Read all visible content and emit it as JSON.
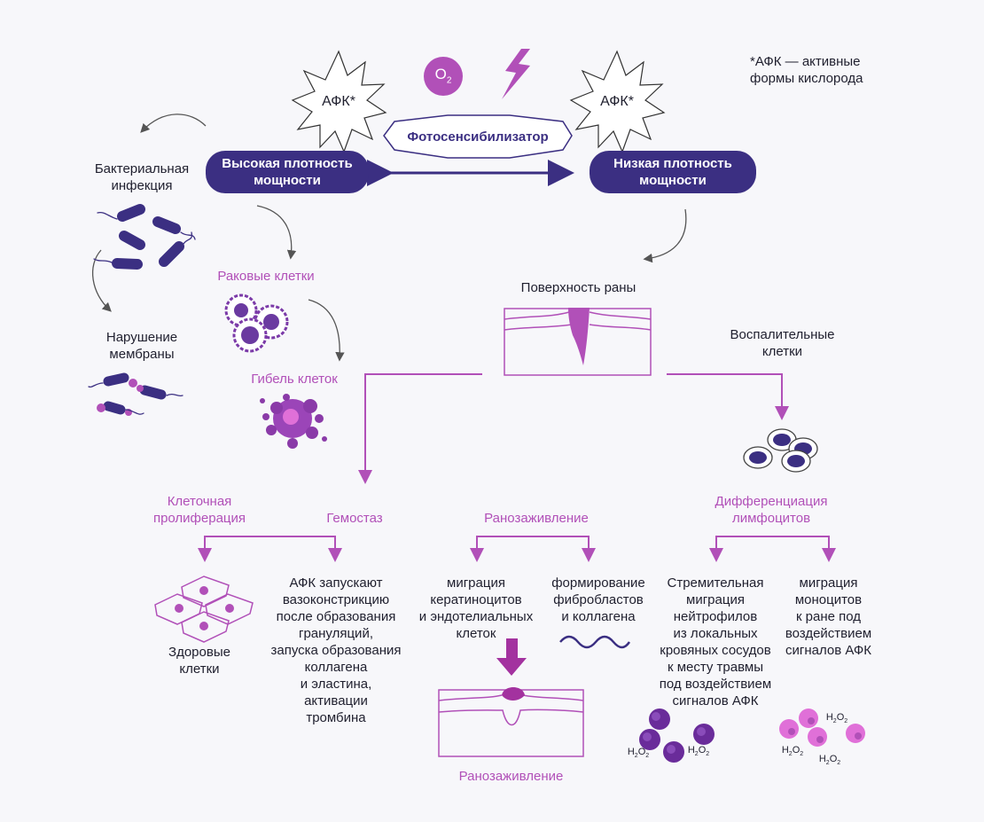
{
  "footnote": "*АФК — активные\nформы кислорода",
  "burst_label": "АФК*",
  "o2": {
    "base": "O",
    "sub": "2"
  },
  "photosensitizer": "Фотосенсибилизатор",
  "high_density": "Высокая плотность\nмощности",
  "low_density": "Низкая плотность\nмощности",
  "bacterial_infection": "Бактериальная\nинфекция",
  "membrane_damage": "Нарушение\nмембраны",
  "cancer_cells": "Раковые клетки",
  "cell_death": "Гибель клеток",
  "wound_surface": "Поверхность раны",
  "inflammatory_cells": "Воспалительные\nклетки",
  "cell_proliferation": "Клеточная\nпролиферация",
  "hemostasis": "Гемостаз",
  "wound_healing_title": "Ранозаживление",
  "lymphocyte_diff": "Дифференциация\nлимфоцитов",
  "healthy_cells": "Здоровые\nклетки",
  "hemostasis_text": "АФК запускают\nвазоконстрикцию\nпосле образования\nгрануляций,\nзапуска образования\nколлагена\nи эластина,\nактивации\nтромбина",
  "keratinocyte_migration": "миграция\nкератиноцитов\nи эндотелиальных\nклеток",
  "fibroblast_formation": "формирование\nфибробластов\nи коллагена",
  "neutrophil_migration": "Стремительная\nмиграция\nнейтрофилов\nиз локальных\nкровяных сосудов\nк месту травмы\nпод воздействием\nсигналов АФК",
  "monocyte_migration": "миграция\nмоноцитов\nк ране под\nвоздействием\nсигналов АФК",
  "wound_healing_bottom": "Ранозаживление",
  "h2o2": {
    "base": "H",
    "sub1": "2",
    "mid": "O",
    "sub2": "2"
  },
  "colors": {
    "navy": "#3b2f82",
    "purple": "#b150b8",
    "magenta": "#a3329f",
    "pink": "#e070d8",
    "dark_purple": "#5a2a8a"
  }
}
